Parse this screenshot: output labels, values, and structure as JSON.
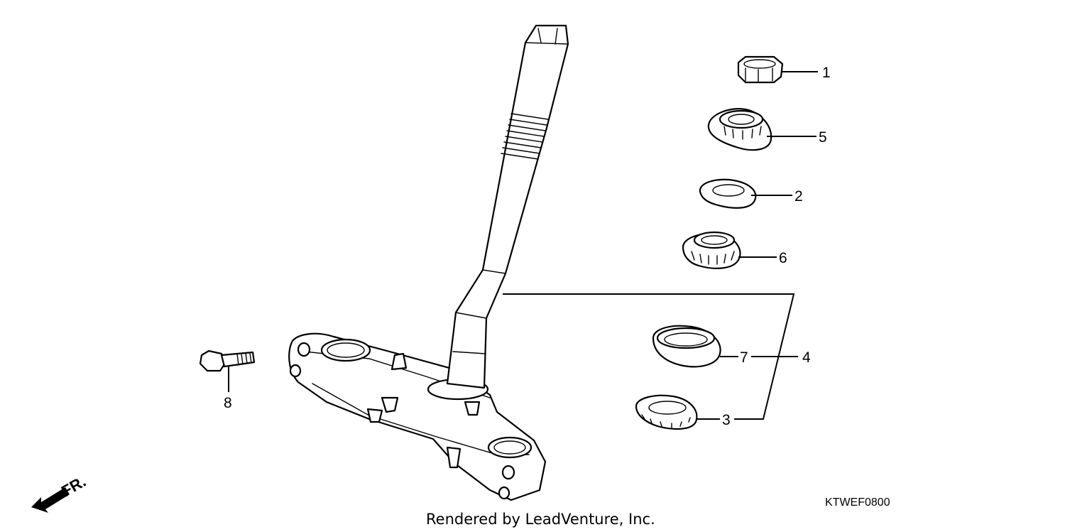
{
  "callouts": [
    {
      "id": "1",
      "label": "1"
    },
    {
      "id": "5",
      "label": "5"
    },
    {
      "id": "2",
      "label": "2"
    },
    {
      "id": "6",
      "label": "6"
    },
    {
      "id": "7",
      "label": "7"
    },
    {
      "id": "4",
      "label": "4"
    },
    {
      "id": "3",
      "label": "3"
    },
    {
      "id": "8",
      "label": "8"
    }
  ],
  "diagram_code": "KTWEF0800",
  "credit": "Rendered by LeadVenture, Inc.",
  "direction_label": "FR.",
  "colors": {
    "ink": "#000000",
    "paper": "#ffffff"
  }
}
